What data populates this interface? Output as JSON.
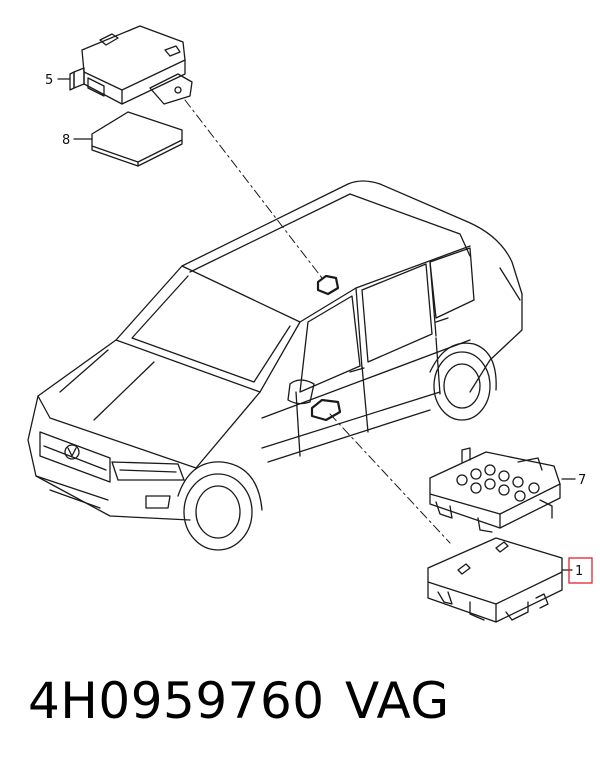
{
  "callouts": {
    "c5": "5",
    "c8": "8",
    "c7": "7",
    "c1": "1"
  },
  "footer": {
    "part_number": "4H0959760",
    "brand": "VAG"
  },
  "colors": {
    "line": "#1a1a1a",
    "highlight_box": "#e0242f"
  }
}
